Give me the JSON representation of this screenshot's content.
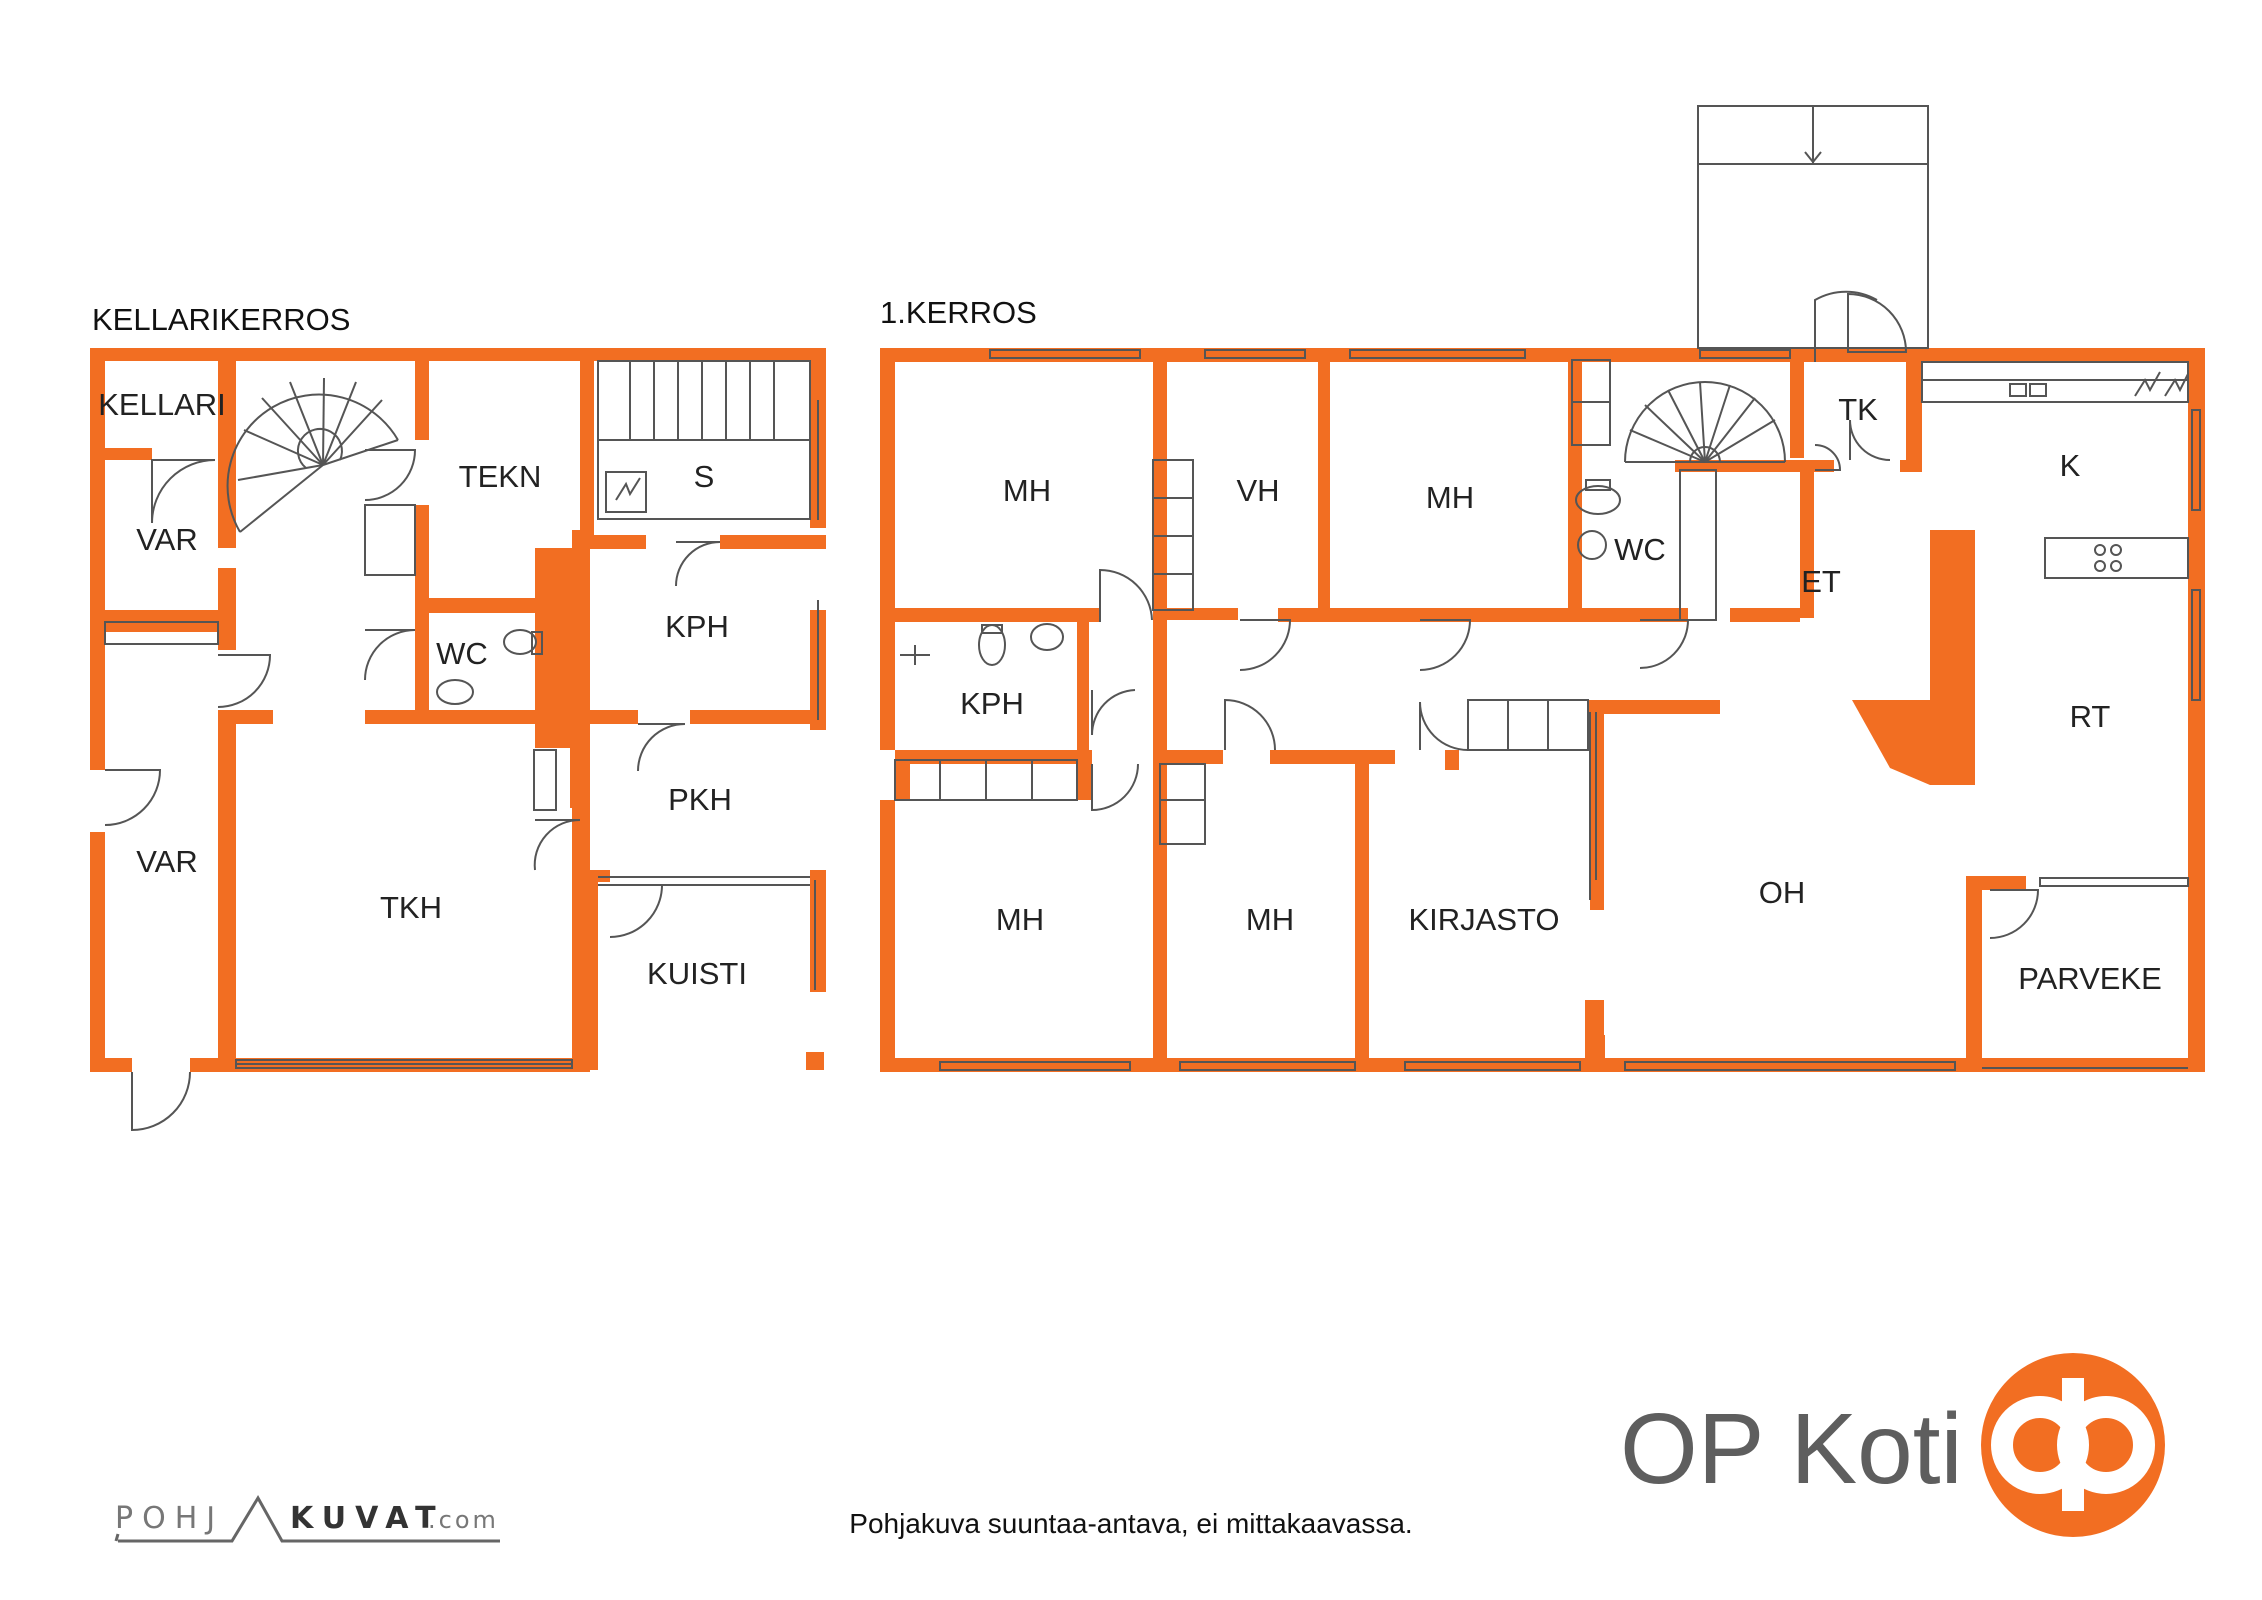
{
  "colors": {
    "wall": "#f26e22",
    "line": "#555555",
    "brand": "#f26e22",
    "brand_text": "#5e5e5e"
  },
  "floors": {
    "basement": {
      "title": "KELLARIKERROS",
      "rooms": {
        "kellari": "KELLARI",
        "var1": "VAR",
        "tekn": "TEKN",
        "s": "S",
        "wc": "WC",
        "kph": "KPH",
        "pkh": "PKH",
        "var2": "VAR",
        "tkh": "TKH",
        "kuisti": "KUISTI"
      }
    },
    "first": {
      "title": "1.KERROS",
      "rooms": {
        "mh1": "MH",
        "vh": "VH",
        "mh2": "MH",
        "tk": "TK",
        "k": "K",
        "wc": "WC",
        "et": "ET",
        "kph": "KPH",
        "rt": "RT",
        "mh3": "MH",
        "mh4": "MH",
        "kirjasto": "KIRJASTO",
        "oh": "OH",
        "parveke": "PARVEKE"
      }
    }
  },
  "footer": {
    "note": "Pohjakuva suuntaa-antava, ei mittakaavassa.",
    "source_logo": {
      "left": "POHJ",
      "right": "KUVAT",
      "suffix": ".com"
    },
    "brand": "OP Koti",
    "brand_icon": "op-logo-icon"
  }
}
